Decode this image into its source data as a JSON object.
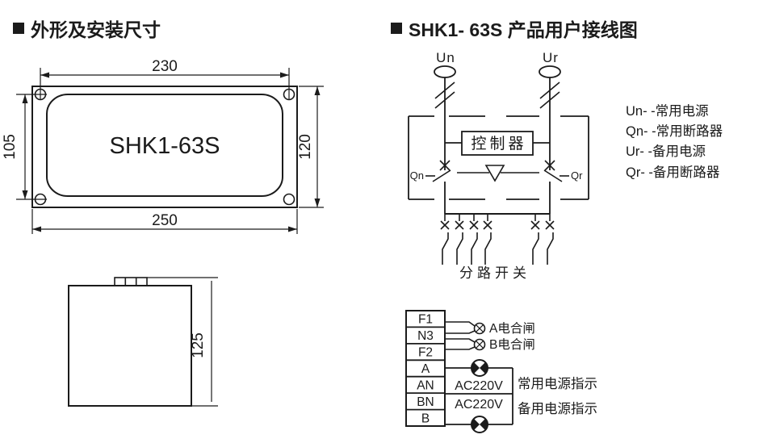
{
  "page": {
    "colors": {
      "ink": "#1b1b1b",
      "background": "#ffffff"
    }
  },
  "left_section": {
    "title": "外形及安装尺寸",
    "front_view": {
      "product_label": "SHK1-63S",
      "dim_top": "230",
      "dim_bottom": "250",
      "dim_left": "105",
      "dim_right": "120"
    },
    "side_view": {
      "dim_height": "125"
    }
  },
  "right_section": {
    "title": "SHK1- 63S 产品用户接线图",
    "wiring": {
      "source_normal": "Un",
      "source_reserve": "Ur",
      "controller": "控制器",
      "breaker_normal": "Qn",
      "breaker_reserve": "Qr",
      "branch_label": "分路开关"
    },
    "legend": [
      "Un- -常用电源",
      "Qn- -常用断路器",
      "Ur- -备用电源",
      "Qr- -备用断路器"
    ],
    "terminals": {
      "cells": [
        "F1",
        "N3",
        "F2",
        "A",
        "AN",
        "BN",
        "B"
      ],
      "lamp_a_label": "A电合闸",
      "lamp_b_label": "B电合闸",
      "voltage_normal": "AC220V",
      "voltage_reserve": "AC220V",
      "indicator_normal": "常用电源指示",
      "indicator_reserve": "备用电源指示"
    }
  }
}
